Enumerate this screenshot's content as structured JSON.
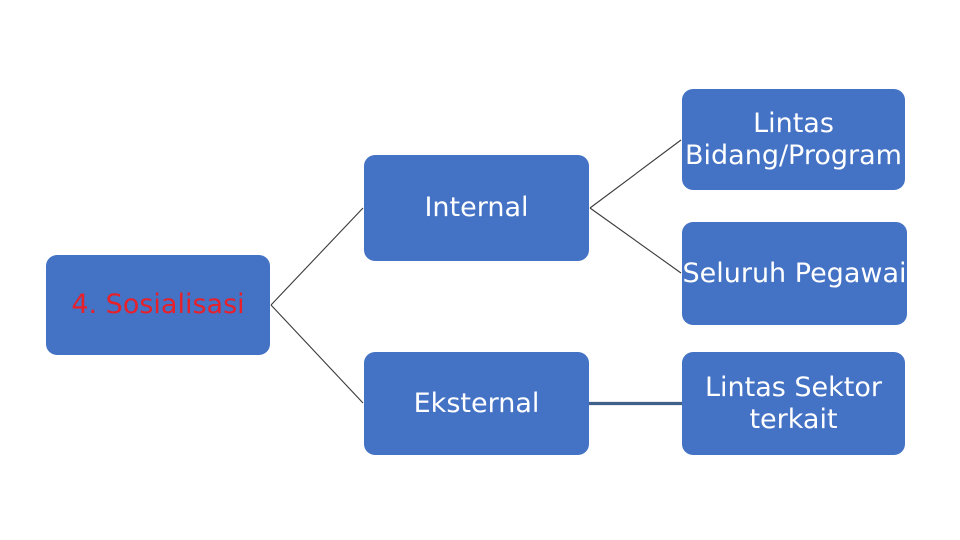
{
  "slide": {
    "background_color": "#ffffff",
    "node_fill_color": "#4472c4",
    "node_text_color": "#ffffff",
    "accent_text_color": "#e8202a",
    "connector_color": "#40618c"
  },
  "nodes": {
    "root": {
      "label": "4. Sosialisasi"
    },
    "branch_internal": {
      "label": "Internal"
    },
    "branch_eksternal": {
      "label": "Eksternal"
    },
    "leaf_lintas_bidang": {
      "line1": "Lintas",
      "line2": "Bidang/Program"
    },
    "leaf_seluruh_pegawai": {
      "label": "Seluruh Pegawai"
    },
    "leaf_lintas_sektor": {
      "line1": "Lintas Sektor",
      "line2": "terkait"
    }
  },
  "connectors": [
    {
      "name": "root-to-internal",
      "from": "4. Sosialisasi",
      "to": "Internal",
      "style": "thin-diagonal"
    },
    {
      "name": "root-to-eksternal",
      "from": "4. Sosialisasi",
      "to": "Eksternal",
      "style": "thin-diagonal"
    },
    {
      "name": "internal-to-lintas-bidang",
      "from": "Internal",
      "to": "Lintas Bidang/Program",
      "style": "thin-diagonal"
    },
    {
      "name": "internal-to-seluruh-pegawai",
      "from": "Internal",
      "to": "Seluruh Pegawai",
      "style": "thin-diagonal"
    },
    {
      "name": "eksternal-to-lintas-sektor",
      "from": "Eksternal",
      "to": "Lintas Sektor terkait",
      "style": "thick-horizontal"
    }
  ]
}
